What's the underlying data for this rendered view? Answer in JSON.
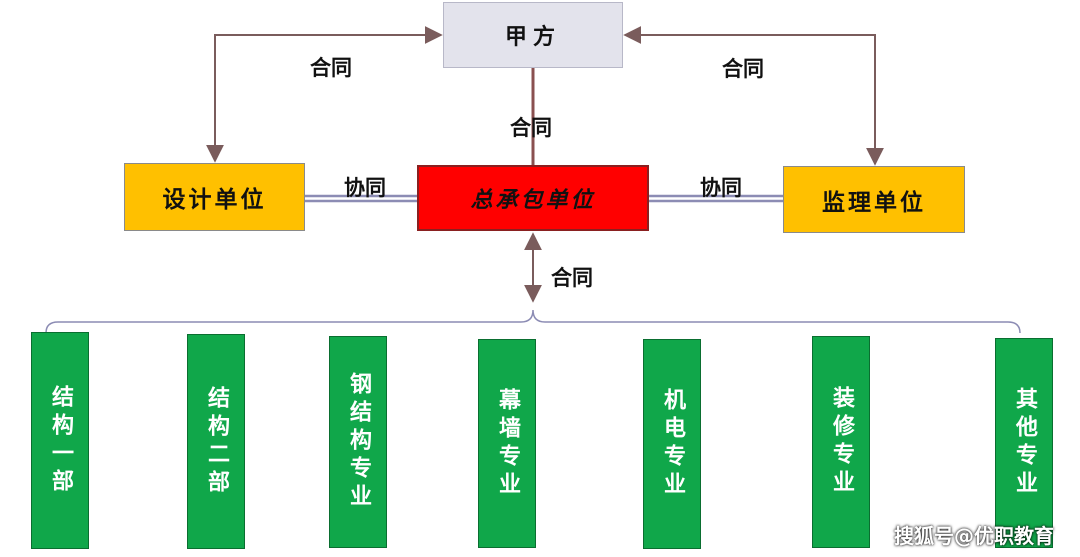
{
  "nodes": {
    "client": "甲方",
    "design": "设计单位",
    "general_contractor": "总承包单位",
    "supervisor": "监理单位"
  },
  "edge_labels": {
    "client_design": "合同",
    "client_supervisor": "合同",
    "client_gc": "合同",
    "design_gc": "协同",
    "gc_supervisor": "协同",
    "gc_subs": "合同"
  },
  "subcontractors": [
    "结构一部",
    "结构二部",
    "钢结构专业",
    "幕墙专业",
    "机电专业",
    "装修专业",
    "其他专业"
  ],
  "watermark": "搜狐号@优职教育",
  "colors": {
    "client_fill": "#e3e3ec",
    "design_fill": "#ffc000",
    "gc_fill": "#ff0000",
    "supervisor_fill": "#ffc000",
    "sub_fill": "#10a74a",
    "arrow": "#7a5c5c",
    "coop_line": "#8c8cb4"
  }
}
